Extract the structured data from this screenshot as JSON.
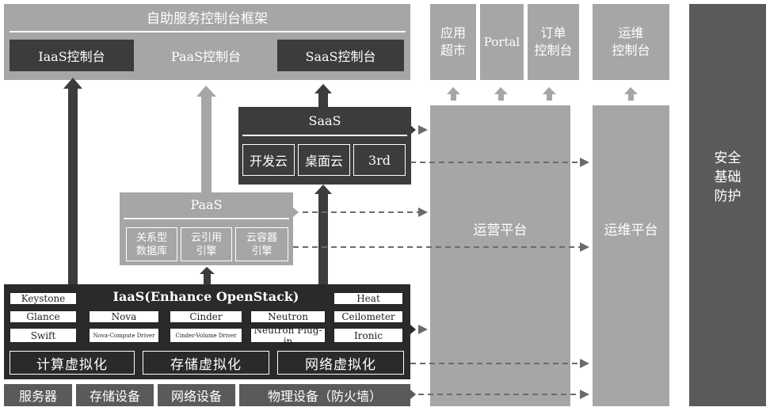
{
  "top_frame": {
    "title": "自助服务控制台框架",
    "consoles": [
      "IaaS控制台",
      "PaaS控制台",
      "SaaS控制台"
    ]
  },
  "right_tops": {
    "app_market": "应用\n超市",
    "portal": "Portal",
    "order_console": "订单\n控制台",
    "ops_console": "运维\n控制台"
  },
  "saas": {
    "title": "SaaS",
    "items": [
      "开发云",
      "桌面云",
      "3rd"
    ]
  },
  "paas": {
    "title": "PaaS",
    "items": [
      "关系型\n数据库",
      "云引用\n引擎",
      "云容器\n引擎"
    ]
  },
  "iaas": {
    "title": "IaaS(Enhance OpenStack)",
    "row1": [
      "Keystone",
      "Heat"
    ],
    "row2": [
      "Glance",
      "Nova",
      "Cinder",
      "Neutron",
      "Ceilometer"
    ],
    "row3": [
      "Swift",
      "Nova-Compute Driver",
      "Cinder-Volume Driver",
      "Neutron Plug-in",
      "Ironic"
    ],
    "virtualization": [
      "计算虚拟化",
      "存储虚拟化",
      "网络虚拟化"
    ]
  },
  "physical": [
    "服务器",
    "存储设备",
    "网络设备",
    "物理设备（防火墙）"
  ],
  "platforms": {
    "operations": "运营平台",
    "maintenance": "运维平台",
    "security": "安全\n基础\n防护"
  },
  "colors": {
    "light": "#a6a6a6",
    "mid": "#8c8c8c",
    "dark": "#5a5a5a",
    "darker": "#3c3c3c",
    "black": "#2a2a2a"
  }
}
